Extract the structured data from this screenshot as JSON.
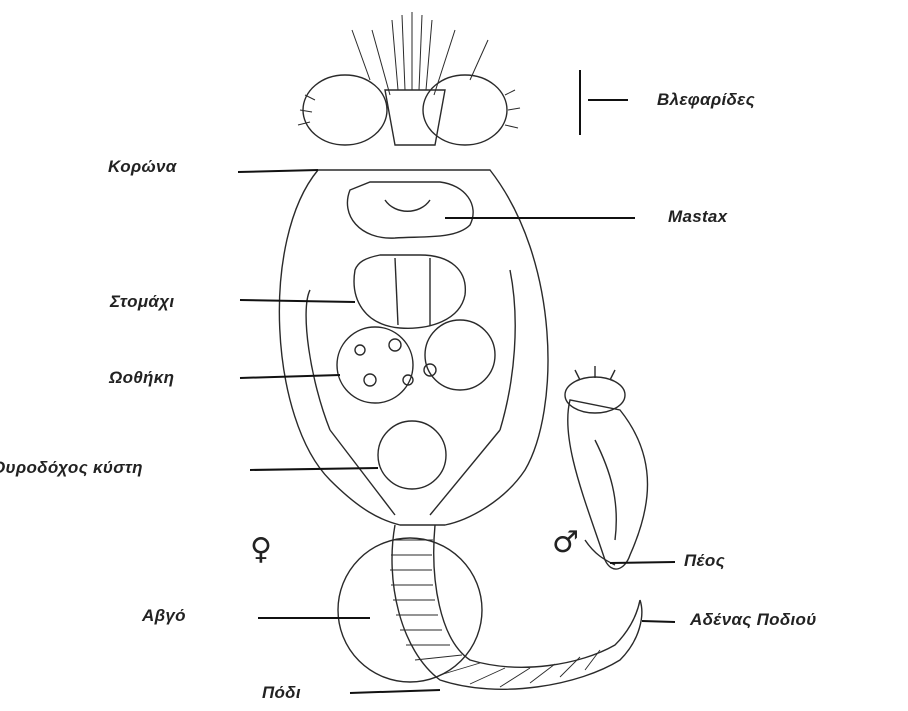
{
  "labels": {
    "vlefarides": "Βλεφαρίδες",
    "korona": "Κορώνα",
    "mastax": "Mastax",
    "stomachi": "Στομάχι",
    "oothiki": "Ωοθήκη",
    "ourodochos": "Ουροδόχος κύστη",
    "peos": "Πέος",
    "avgo": "Αβγό",
    "adenas": "Αδένας Ποδιού",
    "podi": "Πόδι"
  },
  "symbols": {
    "female": "♀",
    "male": "♂"
  }
}
